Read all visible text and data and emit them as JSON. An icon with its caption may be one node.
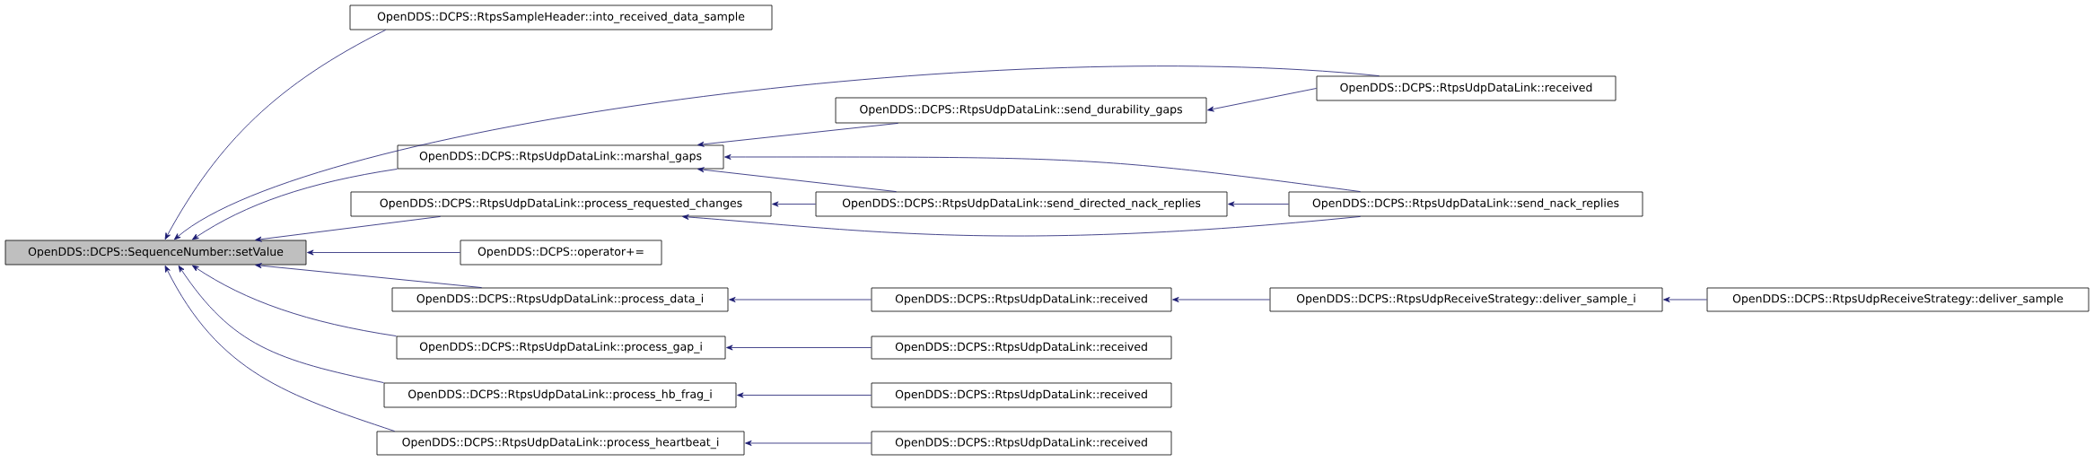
{
  "diagram": {
    "nodes": [
      {
        "text": [
          "OpenDDS::DCPS::SequenceNumber::setValue"
        ]
      },
      {
        "text": [
          "OpenDDS::DCPS::RtpsSampleHeader::into_received_data_sample"
        ]
      },
      {
        "text": [
          "OpenDDS::DCPS::RtpsUdpDataLink::marshal_gaps"
        ]
      },
      {
        "text": [
          "OpenDDS::DCPS::RtpsUdpDataLink::process_requested_changes"
        ]
      },
      {
        "text": [
          "OpenDDS::DCPS::operator+="
        ]
      },
      {
        "text": [
          "OpenDDS::DCPS::RtpsUdpDataLink::process_data_i"
        ]
      },
      {
        "text": [
          "OpenDDS::DCPS::RtpsUdpDataLink::process_gap_i"
        ]
      },
      {
        "text": [
          "OpenDDS::DCPS::RtpsUdpDataLink::process_hb_frag_i"
        ]
      },
      {
        "text": [
          "OpenDDS::DCPS::RtpsUdpDataLink::process_heartbeat_i"
        ]
      },
      {
        "text": [
          "OpenDDS::DCPS::RtpsUdpDataLink::send_durability_gaps"
        ]
      },
      {
        "text": [
          "OpenDDS::DCPS::RtpsUdpDataLink::send_directed_nack_replies"
        ]
      },
      {
        "text": [
          "OpenDDS::DCPS::RtpsUdpDataLink::received"
        ]
      },
      {
        "text": [
          "OpenDDS::DCPS::RtpsUdpDataLink::received"
        ]
      },
      {
        "text": [
          "OpenDDS::DCPS::RtpsUdpDataLink::received"
        ]
      },
      {
        "text": [
          "OpenDDS::DCPS::RtpsUdpDataLink::received"
        ]
      },
      {
        "text": [
          "OpenDDS::DCPS::RtpsUdpDataLink::received"
        ]
      },
      {
        "text": [
          "OpenDDS::DCPS::RtpsUdpDataLink::send_nack_replies"
        ]
      },
      {
        "text": [
          "OpenDDS::DCPS::RtpsUdpReceiveStrategy::deliver_sample_i"
        ]
      },
      {
        "text": [
          "OpenDDS::DCPS::RtpsUdpReceiveStrategy::deliver_sample"
        ]
      }
    ],
    "edges": [
      {
        "from": 1,
        "to": 0,
        "arrow": "to"
      },
      {
        "from": 15,
        "to": 0,
        "arrow": "to"
      },
      {
        "from": 2,
        "to": 0,
        "arrow": "to"
      },
      {
        "from": 3,
        "to": 0,
        "arrow": "to"
      },
      {
        "from": 4,
        "to": 0,
        "arrow": "to"
      },
      {
        "from": 5,
        "to": 0,
        "arrow": "to"
      },
      {
        "from": 6,
        "to": 0,
        "arrow": "to"
      },
      {
        "from": 7,
        "to": 0,
        "arrow": "to"
      },
      {
        "from": 8,
        "to": 0,
        "arrow": "to"
      },
      {
        "from": 9,
        "to": 2,
        "arrow": "to"
      },
      {
        "from": 10,
        "to": 2,
        "arrow": "to"
      },
      {
        "from": 16,
        "to": 2,
        "arrow": "to"
      },
      {
        "from": 10,
        "to": 3,
        "arrow": "to"
      },
      {
        "from": 16,
        "to": 3,
        "arrow": "to"
      },
      {
        "from": 15,
        "to": 9,
        "arrow": "to"
      },
      {
        "from": 16,
        "to": 10,
        "arrow": "to"
      },
      {
        "from": 11,
        "to": 5,
        "arrow": "to"
      },
      {
        "from": 12,
        "to": 6,
        "arrow": "to"
      },
      {
        "from": 13,
        "to": 7,
        "arrow": "to"
      },
      {
        "from": 14,
        "to": 8,
        "arrow": "to"
      },
      {
        "from": 17,
        "to": 11,
        "arrow": "to"
      },
      {
        "from": 18,
        "to": 17,
        "arrow": "to"
      }
    ]
  }
}
